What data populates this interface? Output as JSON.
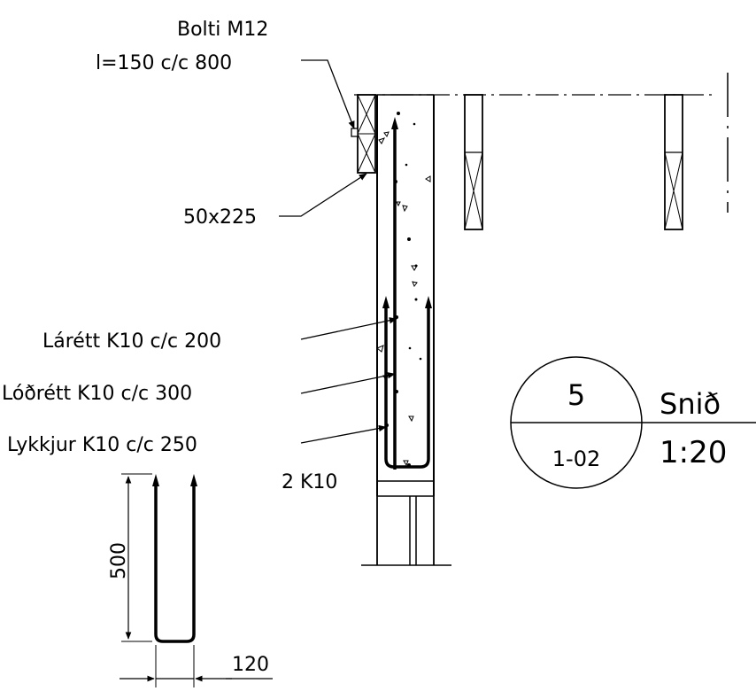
{
  "labels": {
    "bolt_line1": "Bolti M12",
    "bolt_line2": "l=150 c/c 800",
    "timber": "50x225",
    "horizontal_rebar": "Lárétt K10 c/c 200",
    "vertical_rebar": "Lóðrétt K10 c/c 300",
    "stirrups": "Lykkjur K10 c/c 250",
    "bottom_bars": "2 K10"
  },
  "section_marker": {
    "number": "5",
    "sheet": "1-02",
    "title": "Snið",
    "scale": "1:20"
  },
  "stirrup_detail": {
    "height_dim": "500",
    "width_dim": "120"
  }
}
